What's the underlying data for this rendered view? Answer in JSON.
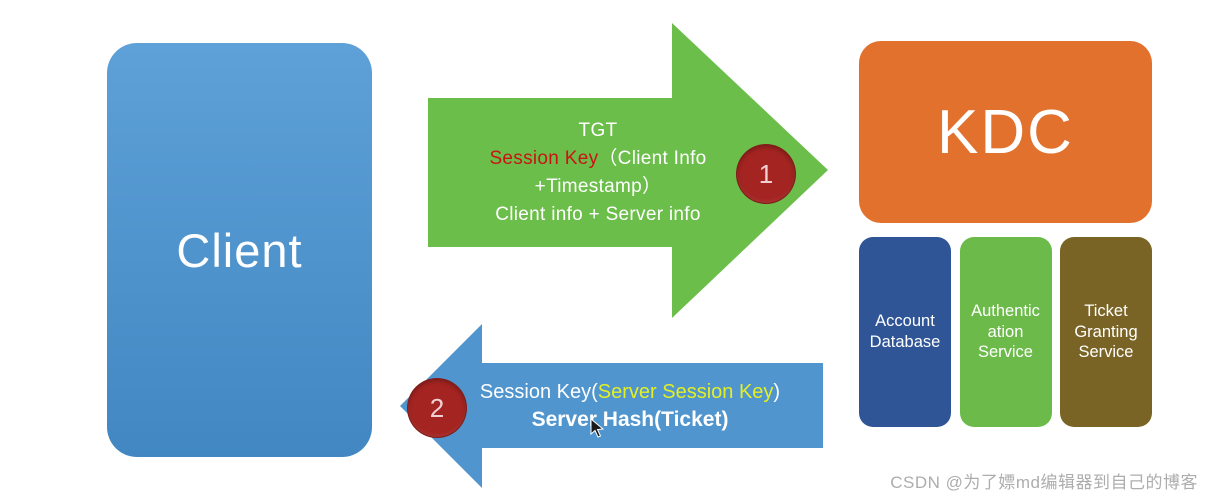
{
  "colors": {
    "white": "#ffffff",
    "red": "#c81414",
    "yellow": "#e3ef25",
    "arrow_green": "#6cbe4b",
    "arrow_blue": "#5095ce",
    "client_blue_top": "#5ea1d8",
    "client_blue_bottom": "#4287c2",
    "kdc_orange": "#e2712e",
    "account_db_blue": "#2f5597",
    "auth_green": "#6cbb4a",
    "tgs_olive": "#7a6425",
    "badge_red": "#a42421",
    "badge_text": "#f0d2d4",
    "watermark_gray": "#adadad"
  },
  "client_box": {
    "label": "Client"
  },
  "kdc_box": {
    "label": "KDC"
  },
  "services": [
    {
      "label": [
        "Account",
        "Database"
      ],
      "color": "#2f5597"
    },
    {
      "label": [
        "Authentic",
        "ation",
        "Service"
      ],
      "color": "#6cbb4a"
    },
    {
      "label": [
        "Ticket",
        "Granting",
        "Service"
      ],
      "color": "#7a6425"
    }
  ],
  "arrow1": {
    "badge": "1",
    "lines": [
      {
        "segments": [
          {
            "t": "TGT",
            "c": "white"
          }
        ]
      },
      {
        "segments": [
          {
            "t": "Session Key",
            "c": "red"
          },
          {
            "t": "（Client Info",
            "c": "white"
          }
        ]
      },
      {
        "segments": [
          {
            "t": "+Timestamp）",
            "c": "white"
          }
        ]
      },
      {
        "segments": [
          {
            "t": "Client info + Server info",
            "c": "white"
          }
        ]
      }
    ]
  },
  "arrow2": {
    "badge": "2",
    "lines": [
      {
        "segments": [
          {
            "t": "Session Key(",
            "c": "white"
          },
          {
            "t": "Server Session Key",
            "c": "yellow"
          },
          {
            "t": ")",
            "c": "white"
          }
        ]
      },
      {
        "segments": [
          {
            "t": "Server Hash(Ticket)",
            "c": "white",
            "b": true
          }
        ]
      }
    ]
  },
  "watermark": "CSDN @为了嫖md编辑器到自己的博客"
}
